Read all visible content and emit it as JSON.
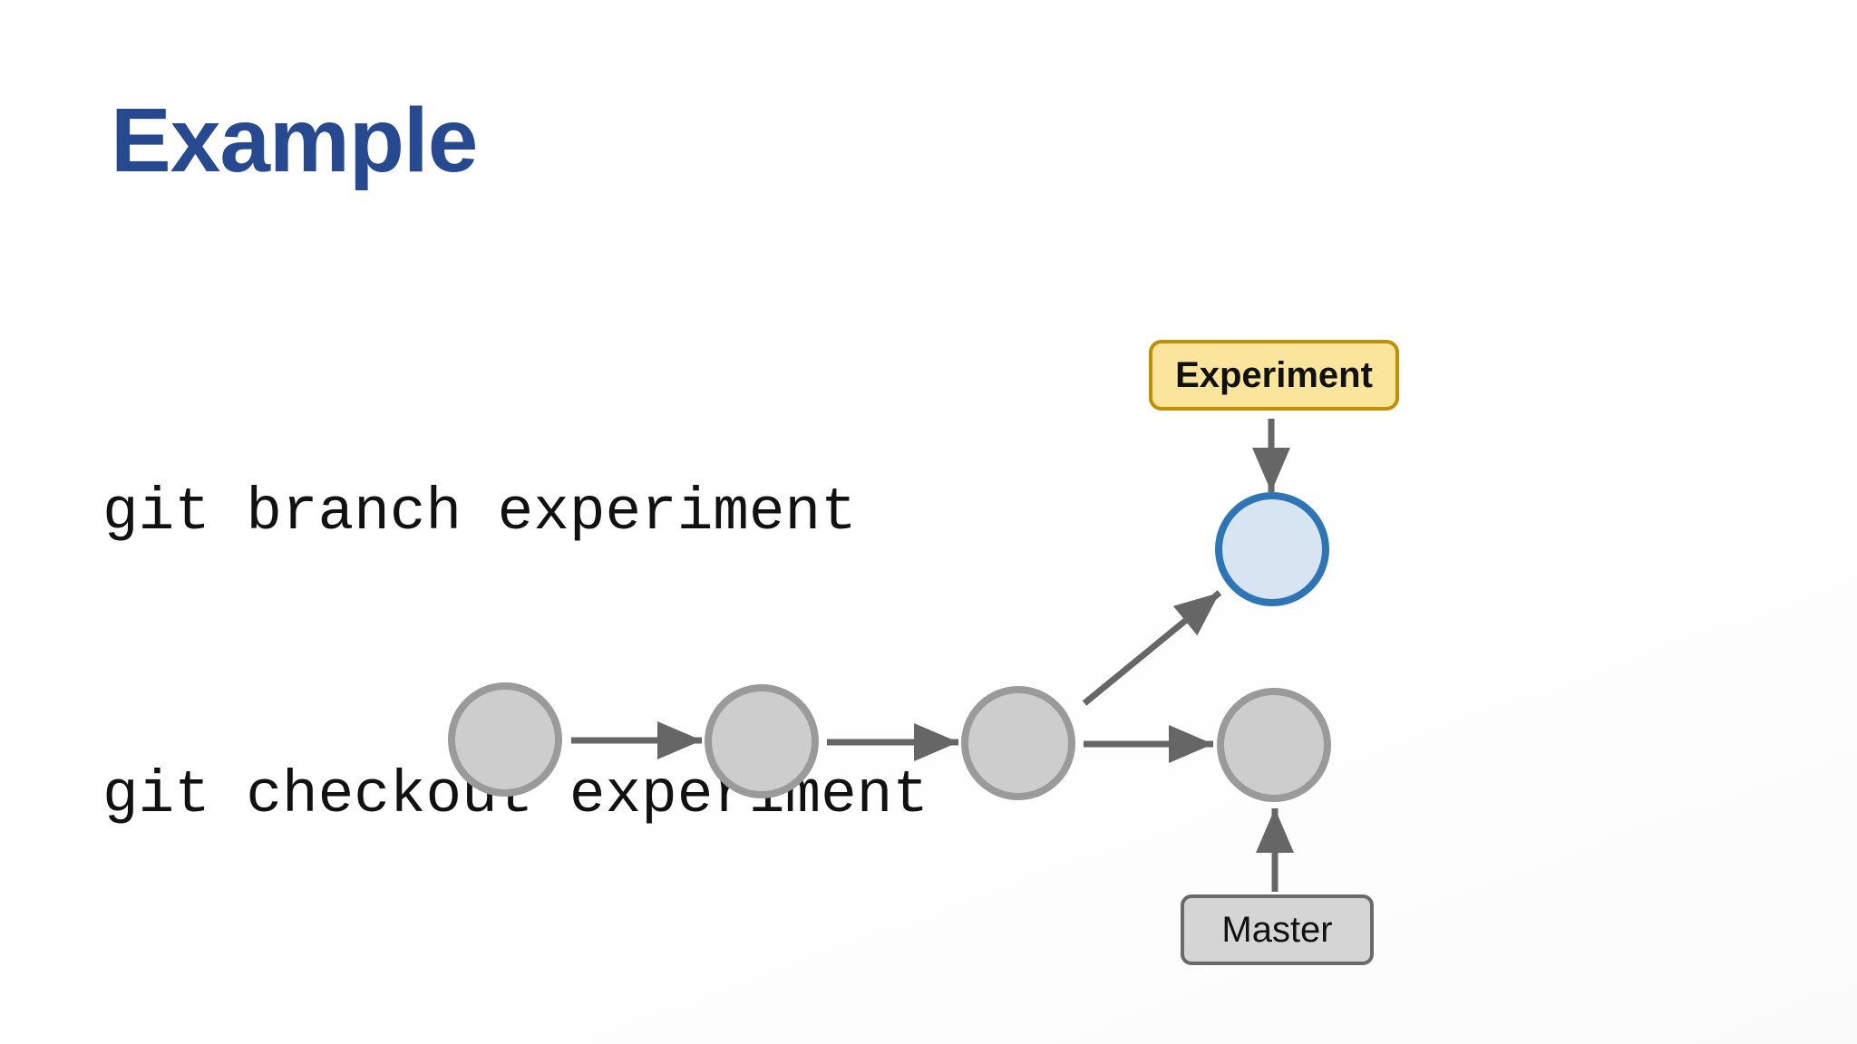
{
  "slide": {
    "title": "Example",
    "code_lines": [
      "git branch experiment",
      "git checkout experiment"
    ]
  },
  "diagram": {
    "type": "git-commit-graph",
    "branch_labels": {
      "experiment": "Experiment",
      "master": "Master"
    },
    "nodes": [
      {
        "id": "commit-1",
        "branch": "master"
      },
      {
        "id": "commit-2",
        "branch": "master"
      },
      {
        "id": "commit-3",
        "branch": "master"
      },
      {
        "id": "commit-4",
        "branch": "master",
        "pointed_by": "Master"
      },
      {
        "id": "commit-experiment",
        "branch": "experiment",
        "pointed_by": "Experiment"
      }
    ],
    "edges": [
      {
        "from": "commit-1",
        "to": "commit-2"
      },
      {
        "from": "commit-2",
        "to": "commit-3"
      },
      {
        "from": "commit-3",
        "to": "commit-4"
      },
      {
        "from": "commit-3",
        "to": "commit-experiment"
      },
      {
        "from": "experiment-label",
        "to": "commit-experiment"
      },
      {
        "from": "master-label",
        "to": "commit-4"
      }
    ],
    "colors": {
      "title": "#27498F",
      "commit_fill": "#CDCDCD",
      "commit_border": "#9A9A9A",
      "experiment_commit_fill": "#D7E5F3",
      "experiment_commit_border": "#2E75B6",
      "experiment_box_fill": "#FBE49B",
      "experiment_box_border": "#BF9000",
      "master_box_fill": "#D5D5D5",
      "master_box_border": "#6A6A6A",
      "arrow": "#666666"
    }
  }
}
